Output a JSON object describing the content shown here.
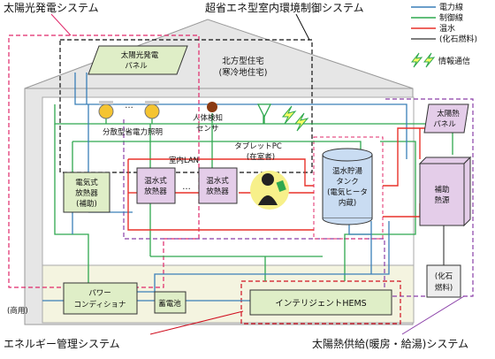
{
  "labels": {
    "solar_power_system": "太陽光発電システム",
    "hems_control_system": "超省エネ型室内環境制御システム",
    "energy_mgmt_system": "エネルギー管理システム",
    "solar_thermal_system": "太陽熱供給(暖房・給湯)システム",
    "solar_panel_line1": "太陽光発電",
    "solar_panel_line2": "パネル",
    "house_line1": "北方型住宅",
    "house_line2": "(寒冷地住宅)",
    "lighting": "分散型省電力照明",
    "ellipsis": "…",
    "sensor_line1": "人体検知",
    "sensor_line2": "センサ",
    "lan": "室内LAN",
    "tablet_line1": "タブレットPC",
    "tablet_line2": "(在室者)",
    "radiator1_line1": "温水式",
    "radiator1_line2": "放熱器",
    "radiator2_line1": "温水式",
    "radiator2_line2": "放熱器",
    "tank_line1": "温水貯湯",
    "tank_line2": "タンク",
    "tank_line3": "(電気ヒータ",
    "tank_line4": "内蔵)",
    "elec_heater_line1": "電気式",
    "elec_heater_line2": "放熱器",
    "elec_heater_line3": "(補助)",
    "thermal_panel_line1": "太陽熱",
    "thermal_panel_line2": "パネル",
    "aux_heat_line1": "補助",
    "aux_heat_line2": "熱源",
    "fossil_line1": "(化石",
    "fossil_line2": "燃料)",
    "power_cond_line1": "パワー",
    "power_cond_line2": "コンディショナ",
    "battery": "蓄電池",
    "hems": "インテリジェントHEMS",
    "grid": "(商用)"
  },
  "legend": [
    {
      "label": "電力線",
      "color": "#3a7fb8",
      "style": "solid"
    },
    {
      "label": "制御線",
      "color": "#2fa84f",
      "style": "solid"
    },
    {
      "label": "温水",
      "color": "#e8322a",
      "style": "solid"
    },
    {
      "label": "(化石燃料)",
      "color": "#555555",
      "style": "solid"
    }
  ],
  "legend_wireless": "情報通信",
  "colors": {
    "power": "#3a7fb8",
    "control": "#2fa84f",
    "hot_water": "#e8322a",
    "fuel": "#555555",
    "pink_dash": "#e0286a",
    "purple_dash": "#8a3fa8",
    "black_dash": "#111111",
    "red_dash": "#d01020",
    "box_fill": "#dfeec7",
    "radiator_fill": "#e4cde9",
    "tank_fill": "#c9dcf2",
    "house_fill": "#e6e6e6",
    "floor_fill": "#f4f4e0"
  }
}
